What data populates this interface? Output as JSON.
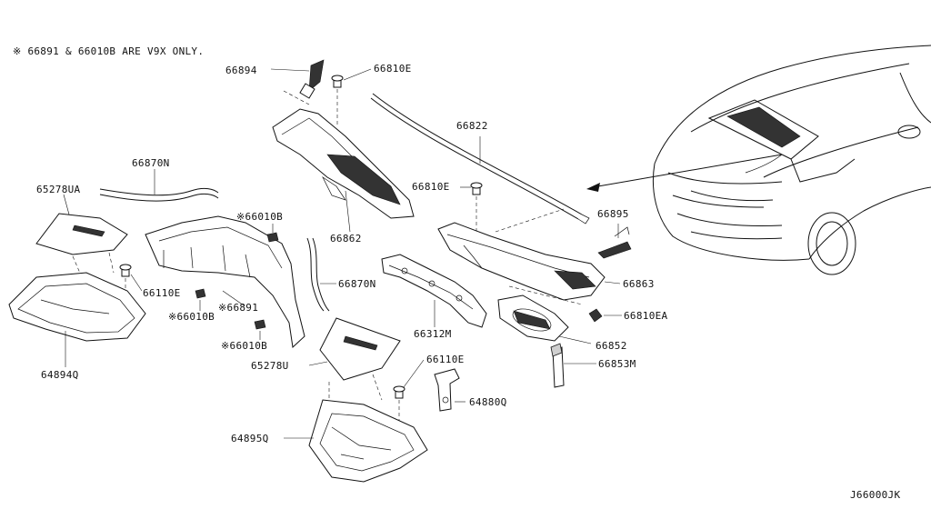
{
  "note": "※ 66891 & 66010B ARE V9X ONLY.",
  "diagram_id": "J66000JK",
  "labels": {
    "p66894": "66894",
    "p66810E_top": "66810E",
    "p66822": "66822",
    "p66870N_top": "66870N",
    "p65278UA": "65278UA",
    "p66010B_a": "※66010B",
    "p66862": "66862",
    "p66810E_mid": "66810E",
    "p66895": "66895",
    "p66863": "66863",
    "p66110E_left": "66110E",
    "p66891": "※66891",
    "p66870N_mid": "66870N",
    "p66010B_b": "※66010B",
    "p66312M": "66312M",
    "p66810EA": "66810EA",
    "p66852": "66852",
    "p66010B_c": "※66010B",
    "p64894Q": "64894Q",
    "p65278U": "65278U",
    "p66110E_bottom": "66110E",
    "p66853M": "66853M",
    "p64880Q": "64880Q",
    "p64895Q": "64895Q"
  }
}
